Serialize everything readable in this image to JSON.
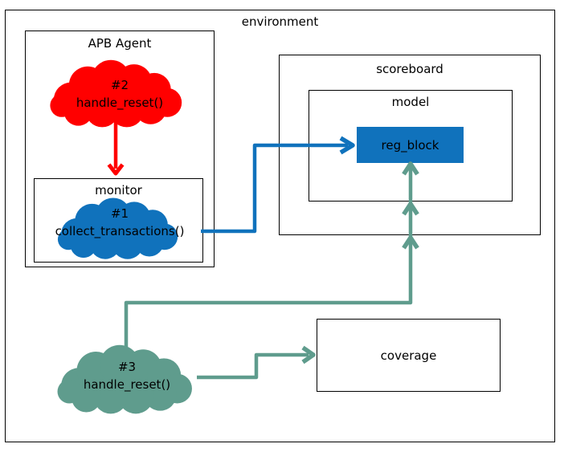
{
  "diagram": {
    "title": "environment"
  },
  "colors": {
    "red": "#FF0000",
    "blue": "#1072BC",
    "teal": "#5F9C8D",
    "box_border": "#000000",
    "text": "#000000"
  },
  "boxes": {
    "apb_agent": {
      "label": "APB Agent"
    },
    "monitor": {
      "label": "monitor"
    },
    "scoreboard": {
      "label": "scoreboard"
    },
    "model": {
      "label": "model"
    },
    "reg_block": {
      "label": "reg_block"
    },
    "coverage": {
      "label": "coverage"
    }
  },
  "callouts": [
    {
      "number": "#1",
      "method": "collect_transactions()",
      "color": "#1072BC"
    },
    {
      "number": "#2",
      "method": "handle_reset()",
      "color": "#FF0000"
    },
    {
      "number": "#3",
      "method": "handle_reset()",
      "color": "#5F9C8D"
    }
  ]
}
